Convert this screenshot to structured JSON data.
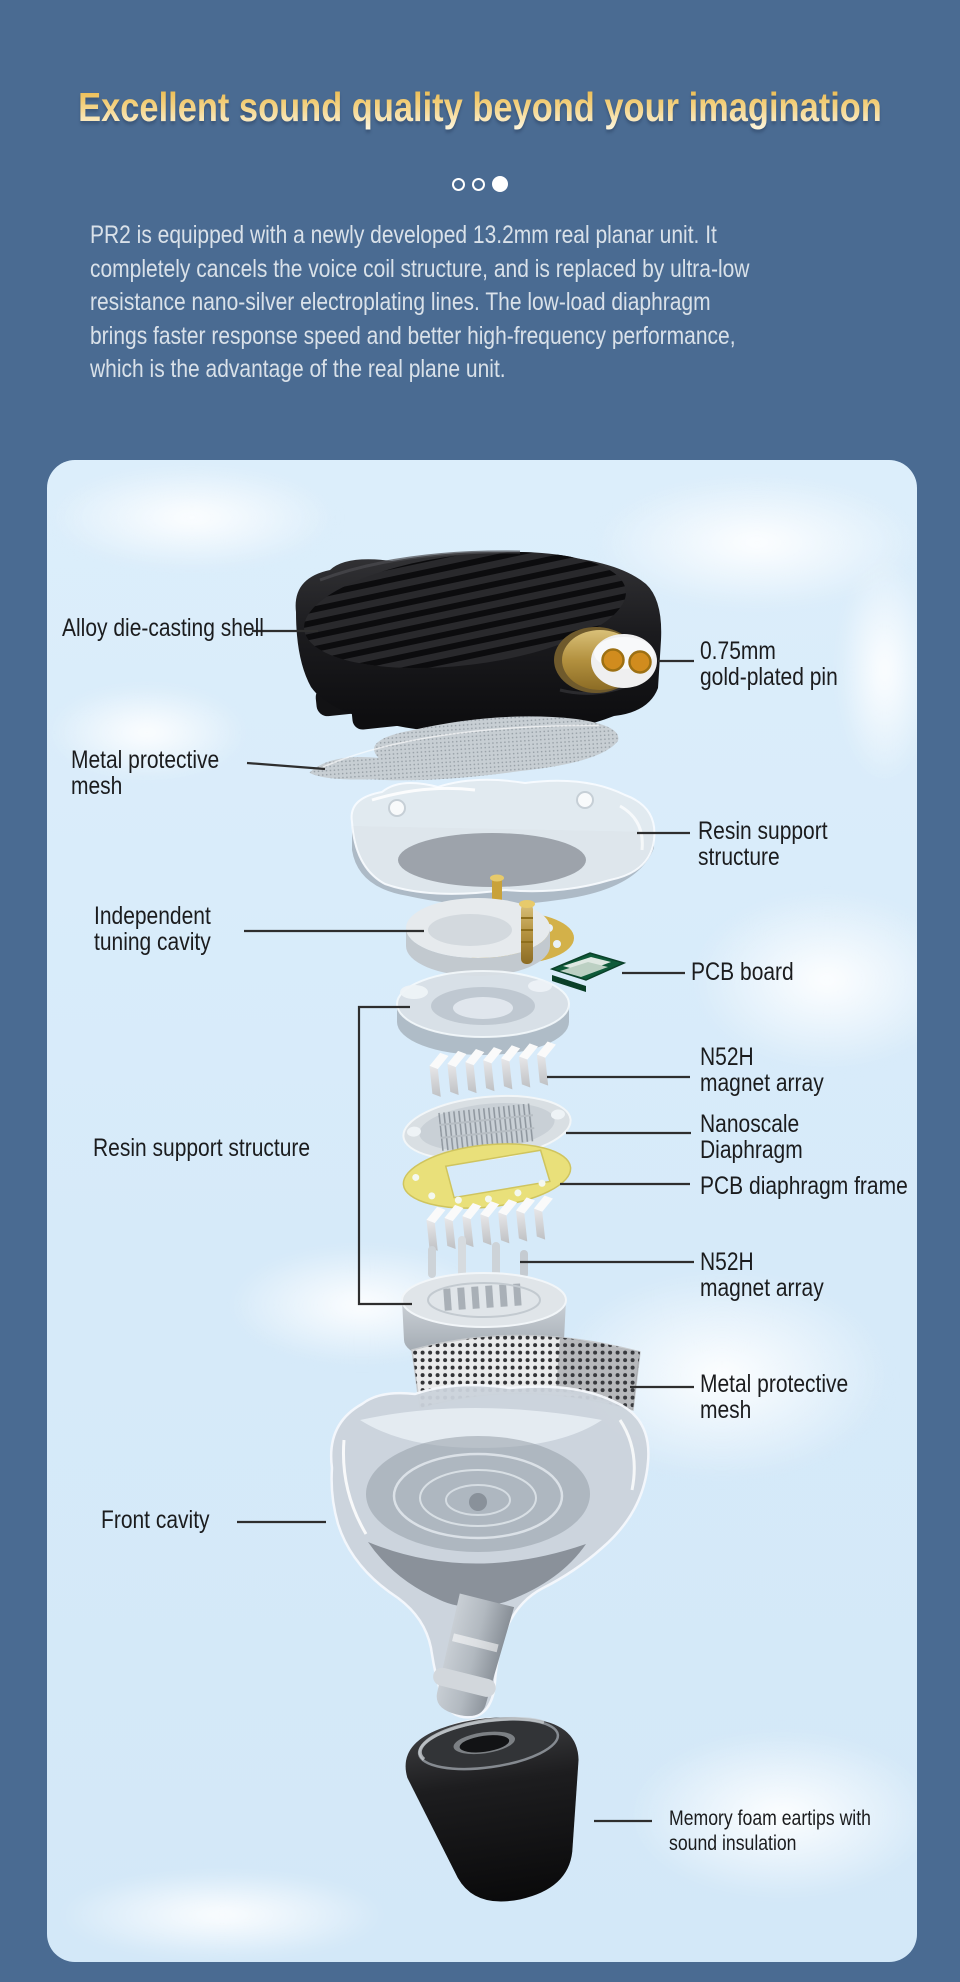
{
  "header": {
    "title": "Excellent sound quality beyond your imagination",
    "carousel_dots": [
      "outline",
      "outline",
      "filled"
    ]
  },
  "description": {
    "lines": [
      "PR2 is equipped with a newly developed 13.2mm real planar unit. It",
      "completely cancels the voice coil structure, and is replaced by ultra-low",
      "resistance nano-silver electroplating lines. The low-load diaphragm",
      "brings faster response speed and better high-frequency performance,",
      "which is the advantage of the real plane unit."
    ]
  },
  "diagram": {
    "labels": {
      "alloy_shell": {
        "line1": "Alloy die-casting shell"
      },
      "gold_pin": {
        "line1": "0.75mm",
        "line2": "gold-plated pin"
      },
      "mesh_top": {
        "line1": "Metal protective",
        "line2": "mesh"
      },
      "resin_right": {
        "line1": "Resin support",
        "line2": "structure"
      },
      "tuning_cavity": {
        "line1": "Independent",
        "line2": "tuning cavity"
      },
      "pcb_board": {
        "line1": "PCB board"
      },
      "n52h_top": {
        "line1": "N52H",
        "line2": "magnet array"
      },
      "resin_left": {
        "line1": "Resin support structure"
      },
      "nanoscale": {
        "line1": "Nanoscale",
        "line2": "Diaphragm"
      },
      "pcb_frame": {
        "line1": "PCB diaphragm frame"
      },
      "n52h_bottom": {
        "line1": "N52H",
        "line2": "magnet array"
      },
      "mesh_bottom": {
        "line1": "Metal protective",
        "line2": "mesh"
      },
      "front_cavity": {
        "line1": "Front cavity"
      },
      "eartips": {
        "line1": "Memory foam eartips with",
        "line2": "sound insulation"
      }
    },
    "parts": [
      "alloy-die-casting-shell",
      "gold-plated-pin-connector",
      "metal-mesh-top",
      "resin-support-structure-top",
      "independent-tuning-cavity",
      "pcb-board",
      "resin-support-disc",
      "n52h-magnet-array-top",
      "nanoscale-diaphragm",
      "pcb-diaphragm-frame",
      "n52h-magnet-array-bottom",
      "resin-support-structure-bottom",
      "metal-mesh-bottom",
      "front-cavity",
      "nozzle-filter-disc",
      "memory-foam-eartip"
    ]
  },
  "colors": {
    "background": "#4a6b92",
    "card": "#d9ecfa",
    "title_gradient_top": "#eab94c",
    "title_gradient_bottom": "#fdf5dd",
    "paragraph_text": "#d9e1e9",
    "label_text": "#1b1c1e",
    "leader_line": "#2e2e2e",
    "pcb_green": "#0e5a39",
    "gold": "#c9a23a",
    "frame_yellow": "#e9e07a",
    "shell_black": "#17181a"
  }
}
